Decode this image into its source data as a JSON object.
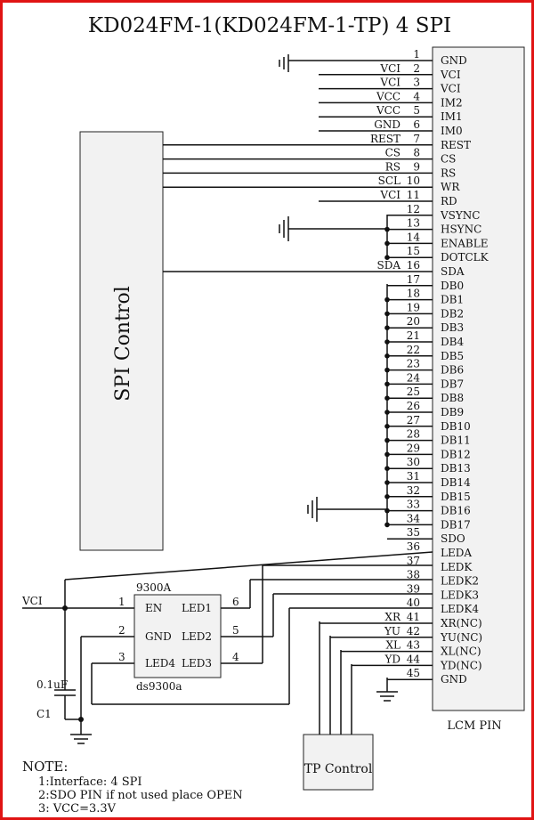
{
  "title": "KD024FM-1(KD024FM-1-TP)  4 SPI",
  "spi_label": "SPI Control",
  "lcm_label": "LCM PIN",
  "tp_label": "TP Control",
  "pins": [
    {
      "num": "1",
      "name": "GND",
      "sig": ""
    },
    {
      "num": "2",
      "name": "VCI",
      "sig": "VCI"
    },
    {
      "num": "3",
      "name": "VCI",
      "sig": "VCI"
    },
    {
      "num": "4",
      "name": "IM2",
      "sig": "VCC"
    },
    {
      "num": "5",
      "name": "IM1",
      "sig": "VCC"
    },
    {
      "num": "6",
      "name": "IM0",
      "sig": "GND"
    },
    {
      "num": "7",
      "name": "REST",
      "sig": "REST"
    },
    {
      "num": "8",
      "name": "CS",
      "sig": "CS"
    },
    {
      "num": "9",
      "name": "RS",
      "sig": "RS"
    },
    {
      "num": "10",
      "name": "WR",
      "sig": "SCL"
    },
    {
      "num": "11",
      "name": "RD",
      "sig": "VCI"
    },
    {
      "num": "12",
      "name": "VSYNC",
      "sig": ""
    },
    {
      "num": "13",
      "name": "HSYNC",
      "sig": ""
    },
    {
      "num": "14",
      "name": "ENABLE",
      "sig": ""
    },
    {
      "num": "15",
      "name": "DOTCLK",
      "sig": ""
    },
    {
      "num": "16",
      "name": "SDA",
      "sig": "SDA"
    },
    {
      "num": "17",
      "name": "DB0",
      "sig": ""
    },
    {
      "num": "18",
      "name": "DB1",
      "sig": ""
    },
    {
      "num": "19",
      "name": "DB2",
      "sig": ""
    },
    {
      "num": "20",
      "name": "DB3",
      "sig": ""
    },
    {
      "num": "21",
      "name": "DB4",
      "sig": ""
    },
    {
      "num": "22",
      "name": "DB5",
      "sig": ""
    },
    {
      "num": "23",
      "name": "DB6",
      "sig": ""
    },
    {
      "num": "24",
      "name": "DB7",
      "sig": ""
    },
    {
      "num": "25",
      "name": "DB8",
      "sig": ""
    },
    {
      "num": "26",
      "name": "DB9",
      "sig": ""
    },
    {
      "num": "27",
      "name": "DB10",
      "sig": ""
    },
    {
      "num": "28",
      "name": "DB11",
      "sig": ""
    },
    {
      "num": "29",
      "name": "DB12",
      "sig": ""
    },
    {
      "num": "30",
      "name": "DB13",
      "sig": ""
    },
    {
      "num": "31",
      "name": "DB14",
      "sig": ""
    },
    {
      "num": "32",
      "name": "DB15",
      "sig": ""
    },
    {
      "num": "33",
      "name": "DB16",
      "sig": ""
    },
    {
      "num": "34",
      "name": "DB17",
      "sig": ""
    },
    {
      "num": "35",
      "name": "SDO",
      "sig": ""
    },
    {
      "num": "36",
      "name": "LEDA",
      "sig": ""
    },
    {
      "num": "37",
      "name": "LEDK",
      "sig": ""
    },
    {
      "num": "38",
      "name": "LEDK2",
      "sig": ""
    },
    {
      "num": "39",
      "name": "LEDK3",
      "sig": ""
    },
    {
      "num": "40",
      "name": "LEDK4",
      "sig": ""
    },
    {
      "num": "41",
      "name": "XR(NC)",
      "sig": "XR"
    },
    {
      "num": "42",
      "name": "YU(NC)",
      "sig": "YU"
    },
    {
      "num": "43",
      "name": "XL(NC)",
      "sig": "XL"
    },
    {
      "num": "44",
      "name": "YD(NC)",
      "sig": "YD"
    },
    {
      "num": "45",
      "name": "GND",
      "sig": ""
    }
  ],
  "ic": {
    "top_label": "9300A",
    "bottom_label": "ds9300a",
    "left_pins": [
      {
        "num": "1",
        "label": "EN"
      },
      {
        "num": "2",
        "label": "GND"
      },
      {
        "num": "3",
        "label": "LED4"
      }
    ],
    "right_pins": [
      {
        "num": "6",
        "label": "LED1"
      },
      {
        "num": "5",
        "label": "LED2"
      },
      {
        "num": "4",
        "label": "LED3"
      }
    ]
  },
  "vci_label": "VCI",
  "cap_value": "0.1uF",
  "cap_name": "C1",
  "notes": {
    "title": "NOTE:",
    "lines": [
      "1:Interface: 4 SPI",
      "2:SDO PIN if not used place OPEN",
      "3: VCC=3.3V"
    ]
  },
  "colors": {
    "frame": "#e01414",
    "line": "#111111",
    "box_fill": "#f2f2f2",
    "note_text": "#555555"
  }
}
